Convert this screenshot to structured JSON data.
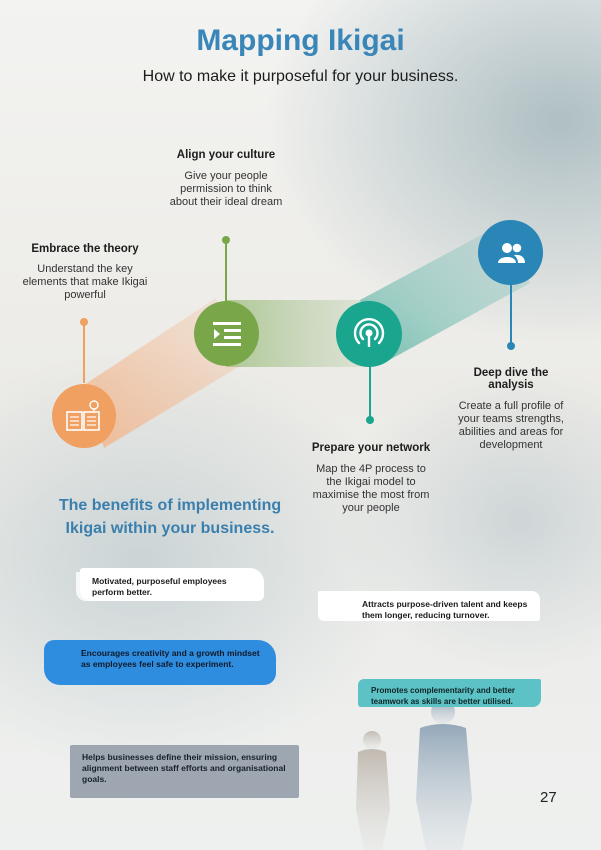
{
  "header": {
    "title": "Mapping Ikigai",
    "subtitle": "How to make it purposeful for your business."
  },
  "steps": [
    {
      "title": "Embrace the theory",
      "body": "Understand the key elements that make Ikigai powerful",
      "icon": "book-lightbulb-icon",
      "color": "#f0a060"
    },
    {
      "title": "Align your culture",
      "body": "Give your people permission to think about their ideal dream",
      "icon": "list-indent-icon",
      "color": "#7aa64a"
    },
    {
      "title": "Prepare your network",
      "body": "Map the 4P process to the Ikigai model to maximise the most from your people",
      "icon": "broadcast-icon",
      "color": "#1aa58e"
    },
    {
      "title": "Deep dive the analysis",
      "body": "Create a full profile of your teams strengths, abilities and areas for development",
      "icon": "people-icon",
      "color": "#2a86b6"
    }
  ],
  "benefits": {
    "heading": "The benefits of implementing Ikigai within your business.",
    "items": [
      "Motivated, purposeful employees perform better.",
      "Attracts purpose-driven talent and keeps them longer, reducing turnover.",
      "Encourages creativity and a growth mindset as employees feel safe to experiment.",
      "Promotes complementarity and better teamwork as skills are better utilised.",
      "Helps businesses define their mission, ensuring alignment between staff efforts and organisational goals."
    ]
  },
  "page_number": "27"
}
